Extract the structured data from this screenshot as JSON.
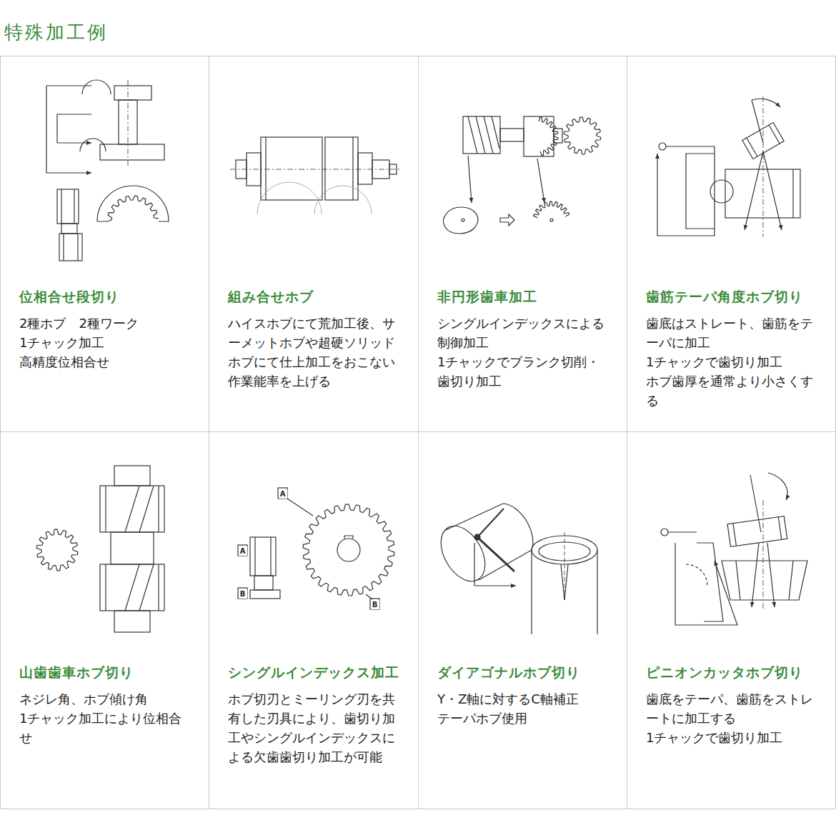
{
  "diagram": {
    "title": "特殊加工例",
    "nodes": [
      {
        "text": [
          "位相合せ段切り",
          "2種ホブ　2種ワーク",
          "1チャック加工",
          "高精度位相合せ"
        ]
      },
      {
        "text": [
          "組み合せホブ",
          "ハイスホブにて荒加工後、サーメットホブや超硬ソリッドホブにて仕上加工をおこない作業能率を上げる"
        ]
      },
      {
        "text": [
          "非円形歯車加工",
          "シングルインデックスによる制御加工",
          "1チャックでブランク切削・歯切り加工"
        ]
      },
      {
        "text": [
          "歯筋テーパ角度ホブ切り",
          "歯底はストレート、歯筋をテーパに加工",
          "1チャックで歯切り加工",
          "ホブ歯厚を通常より小さくする"
        ]
      },
      {
        "text": [
          "山歯歯車ホブ切り",
          "ネジレ角、ホブ傾け角",
          "1チャック加工により位相合せ"
        ]
      },
      {
        "text": [
          "シングルインデックス加工",
          "ホブ切刃とミーリング刃を共有した刃具により、歯切り加工やシングルインデックスによる欠歯歯切り加工が可能"
        ]
      },
      {
        "text": [
          "ダイアゴナルホブ切り",
          "Y・Z軸に対するC軸補正",
          "テーパホブ使用"
        ]
      },
      {
        "text": [
          "ピニオンカッタホブ切り",
          "歯底をテーパ、歯筋をストレートに加工する",
          "1チャックで歯切り加工"
        ]
      }
    ],
    "labels": [
      "A",
      "A",
      "B",
      "B"
    ]
  }
}
